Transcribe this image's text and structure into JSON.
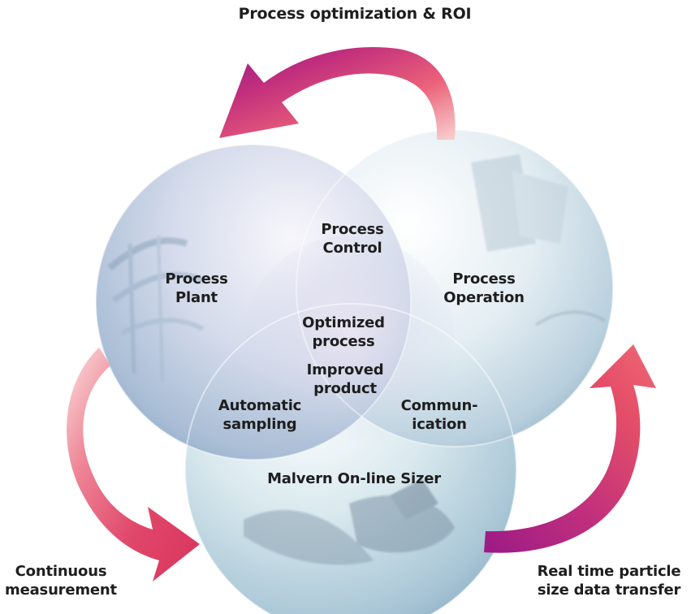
{
  "title": "Process optimization & ROI",
  "spheres": {
    "plant": [
      "Process",
      "Plant"
    ],
    "control": [
      "Process",
      "Control"
    ],
    "operation": [
      "Process",
      "Operation"
    ],
    "sizer": "Malvern On-line Sizer"
  },
  "overlaps": {
    "center_top": [
      "Optimized",
      "process"
    ],
    "center_bottom": [
      "Improved",
      "product"
    ],
    "sampling": [
      "Automatic",
      "sampling"
    ],
    "communication": [
      "Commun-",
      "ication"
    ]
  },
  "cycle": {
    "left": [
      "Continuous",
      "measurement"
    ],
    "right": [
      "Real time particle",
      "size data transfer"
    ]
  },
  "colors": {
    "arrow_light": "#f9c6c2",
    "arrow_mid": "#e84f6c",
    "arrow_dark": "#a11a86",
    "sphere_blue": "#c7dbe9",
    "sphere_teal": "#cfe7e6",
    "sphere_violet": "#d8d9ee"
  }
}
